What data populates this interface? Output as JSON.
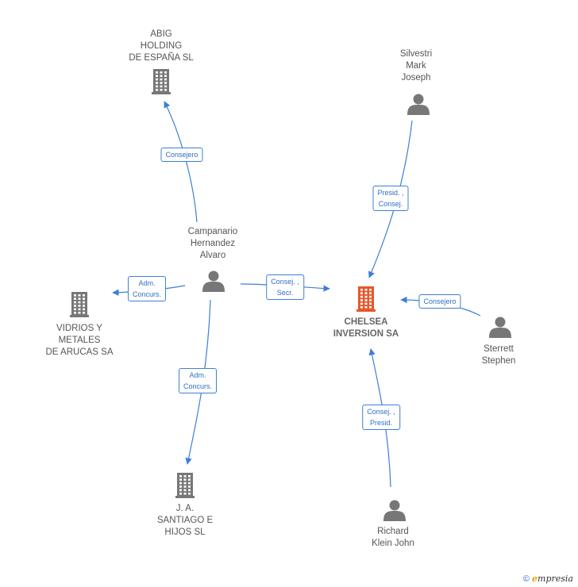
{
  "colors": {
    "edge": "#3d7fd6",
    "node_gray": "#777777",
    "node_highlight": "#e8572c"
  },
  "nodes": [
    {
      "id": "abig",
      "type": "company",
      "label": "ABIG\nHOLDING\nDE ESPAÑA SL",
      "highlight": false
    },
    {
      "id": "vidrios",
      "type": "company",
      "label": "VIDRIOS Y\nMETALES\nDE ARUCAS SA",
      "highlight": false
    },
    {
      "id": "santiago",
      "type": "company",
      "label": "J. A.\nSANTIAGO E\nHIJOS SL",
      "highlight": false
    },
    {
      "id": "chelsea",
      "type": "company",
      "label": "CHELSEA\nINVERSION SA",
      "highlight": true
    },
    {
      "id": "campanario",
      "type": "person",
      "label": "Campanario\nHernandez\nAlvaro",
      "highlight": false
    },
    {
      "id": "silvestri",
      "type": "person",
      "label": "Silvestri\nMark\nJoseph",
      "highlight": false
    },
    {
      "id": "sterrett",
      "type": "person",
      "label": "Sterrett\nStephen",
      "highlight": false
    },
    {
      "id": "richard",
      "type": "person",
      "label": "Richard\nKlein John",
      "highlight": false
    }
  ],
  "edges": [
    {
      "from": "campanario",
      "to": "abig",
      "label": "Consejero"
    },
    {
      "from": "campanario",
      "to": "vidrios",
      "label": "Adm.\nConcurs."
    },
    {
      "from": "campanario",
      "to": "santiago",
      "label": "Adm.\nConcurs."
    },
    {
      "from": "campanario",
      "to": "chelsea",
      "label": "Consej. ,\nSecr."
    },
    {
      "from": "silvestri",
      "to": "chelsea",
      "label": "Presid. ,\nConsej."
    },
    {
      "from": "sterrett",
      "to": "chelsea",
      "label": "Consejero"
    },
    {
      "from": "richard",
      "to": "chelsea",
      "label": "Consej. ,\nPresid."
    }
  ],
  "footer": {
    "copyright": "©",
    "brand_initial": "e",
    "brand_rest": "mpresia"
  }
}
